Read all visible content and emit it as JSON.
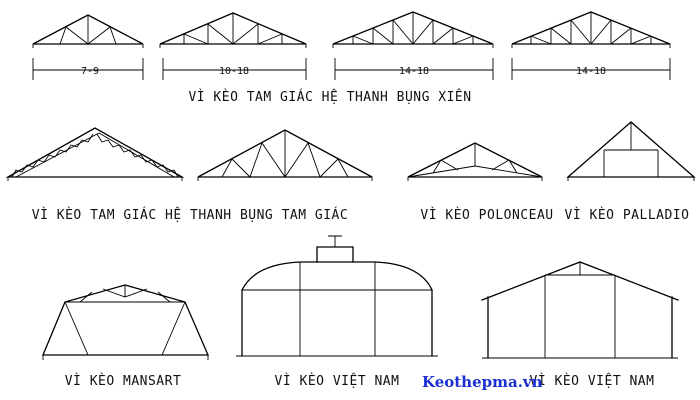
{
  "row1": {
    "spans": [
      "7-9",
      "10-18",
      "14-18",
      "14-18"
    ],
    "caption": "VÌ KÈO TAM GIÁC HỆ THANH BỤNG XIÊN"
  },
  "row2": {
    "caption_triangle_web": "VÌ KÈO TAM GIÁC HỆ THANH BỤNG TAM GIÁC",
    "caption_polonceau": "VÌ KÈO POLONCEAU",
    "caption_palladio": "VÌ KÈO PALLADIO"
  },
  "row3": {
    "caption_mansart": "VÌ KÈO MANSART",
    "caption_vietnam_1": "VÌ KÈO VIỆT NAM",
    "caption_vietnam_2": "VÌ KÈO VIỆT NAM"
  },
  "watermark": {
    "text": "Keothepma.vn",
    "color": "#1a2fd0"
  }
}
